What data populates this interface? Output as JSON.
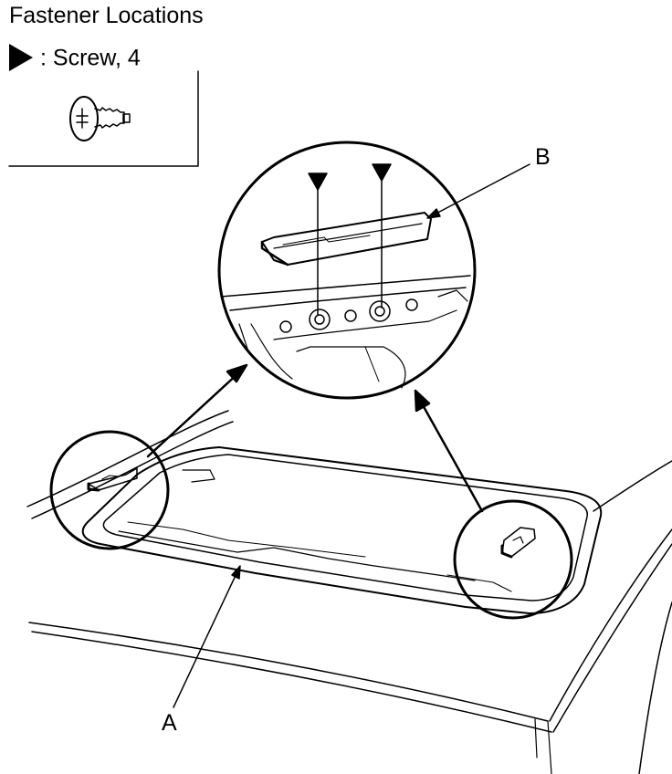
{
  "title": "Fastener Locations",
  "legend": {
    "text": ": Screw, 4",
    "icon": "filled-triangle-marker-icon"
  },
  "labels": {
    "a": "A",
    "b": "B"
  },
  "colors": {
    "line": "#000000",
    "background": "#ffffff"
  }
}
